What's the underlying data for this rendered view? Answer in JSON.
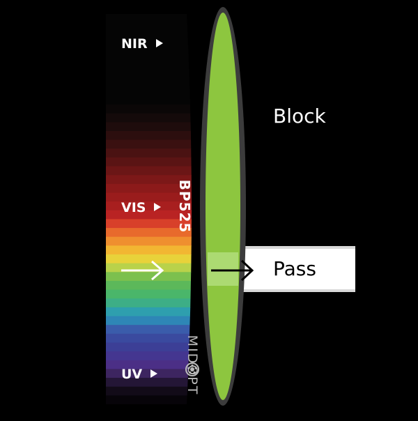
{
  "spectrum_labels": {
    "nir": "NIR",
    "vis": "VIS",
    "uv": "UV"
  },
  "filter": {
    "model": "BP525",
    "brand": "MIDOPT"
  },
  "block_label": "Block",
  "pass_label": "Pass",
  "colors": {
    "background": "#000000",
    "lens_green": "#8dc63f",
    "lens_rim": "#3c3c3c",
    "pass_beam": "#ffffff",
    "arrow_white": "#ffffff",
    "arrow_black": "#000000"
  },
  "spectrum_bands": [
    "#050505",
    "#0b0707",
    "#140a0a",
    "#1e0c0c",
    "#2c0e0e",
    "#3a1010",
    "#4a1212",
    "#5a1414",
    "#6b1616",
    "#7c1818",
    "#8c1a1a",
    "#9a1c1c",
    "#a81f1f",
    "#b92323",
    "#d8402a",
    "#e86a2c",
    "#ef8f2f",
    "#f2b632",
    "#e8d23a",
    "#b9d24a",
    "#7cc04e",
    "#5cb85a",
    "#4ab66a",
    "#3dae86",
    "#2e9fae",
    "#2e86b6",
    "#3a5cab",
    "#3a4a9f",
    "#3c3f96",
    "#443690",
    "#4b2f86",
    "#3d2560",
    "#241636",
    "#120b18",
    "#070409"
  ],
  "icons": {
    "vis_arrow": "right-triangle-icon",
    "pass_arrow": "right-arrow-icon",
    "brand_logo": "aperture-icon"
  }
}
